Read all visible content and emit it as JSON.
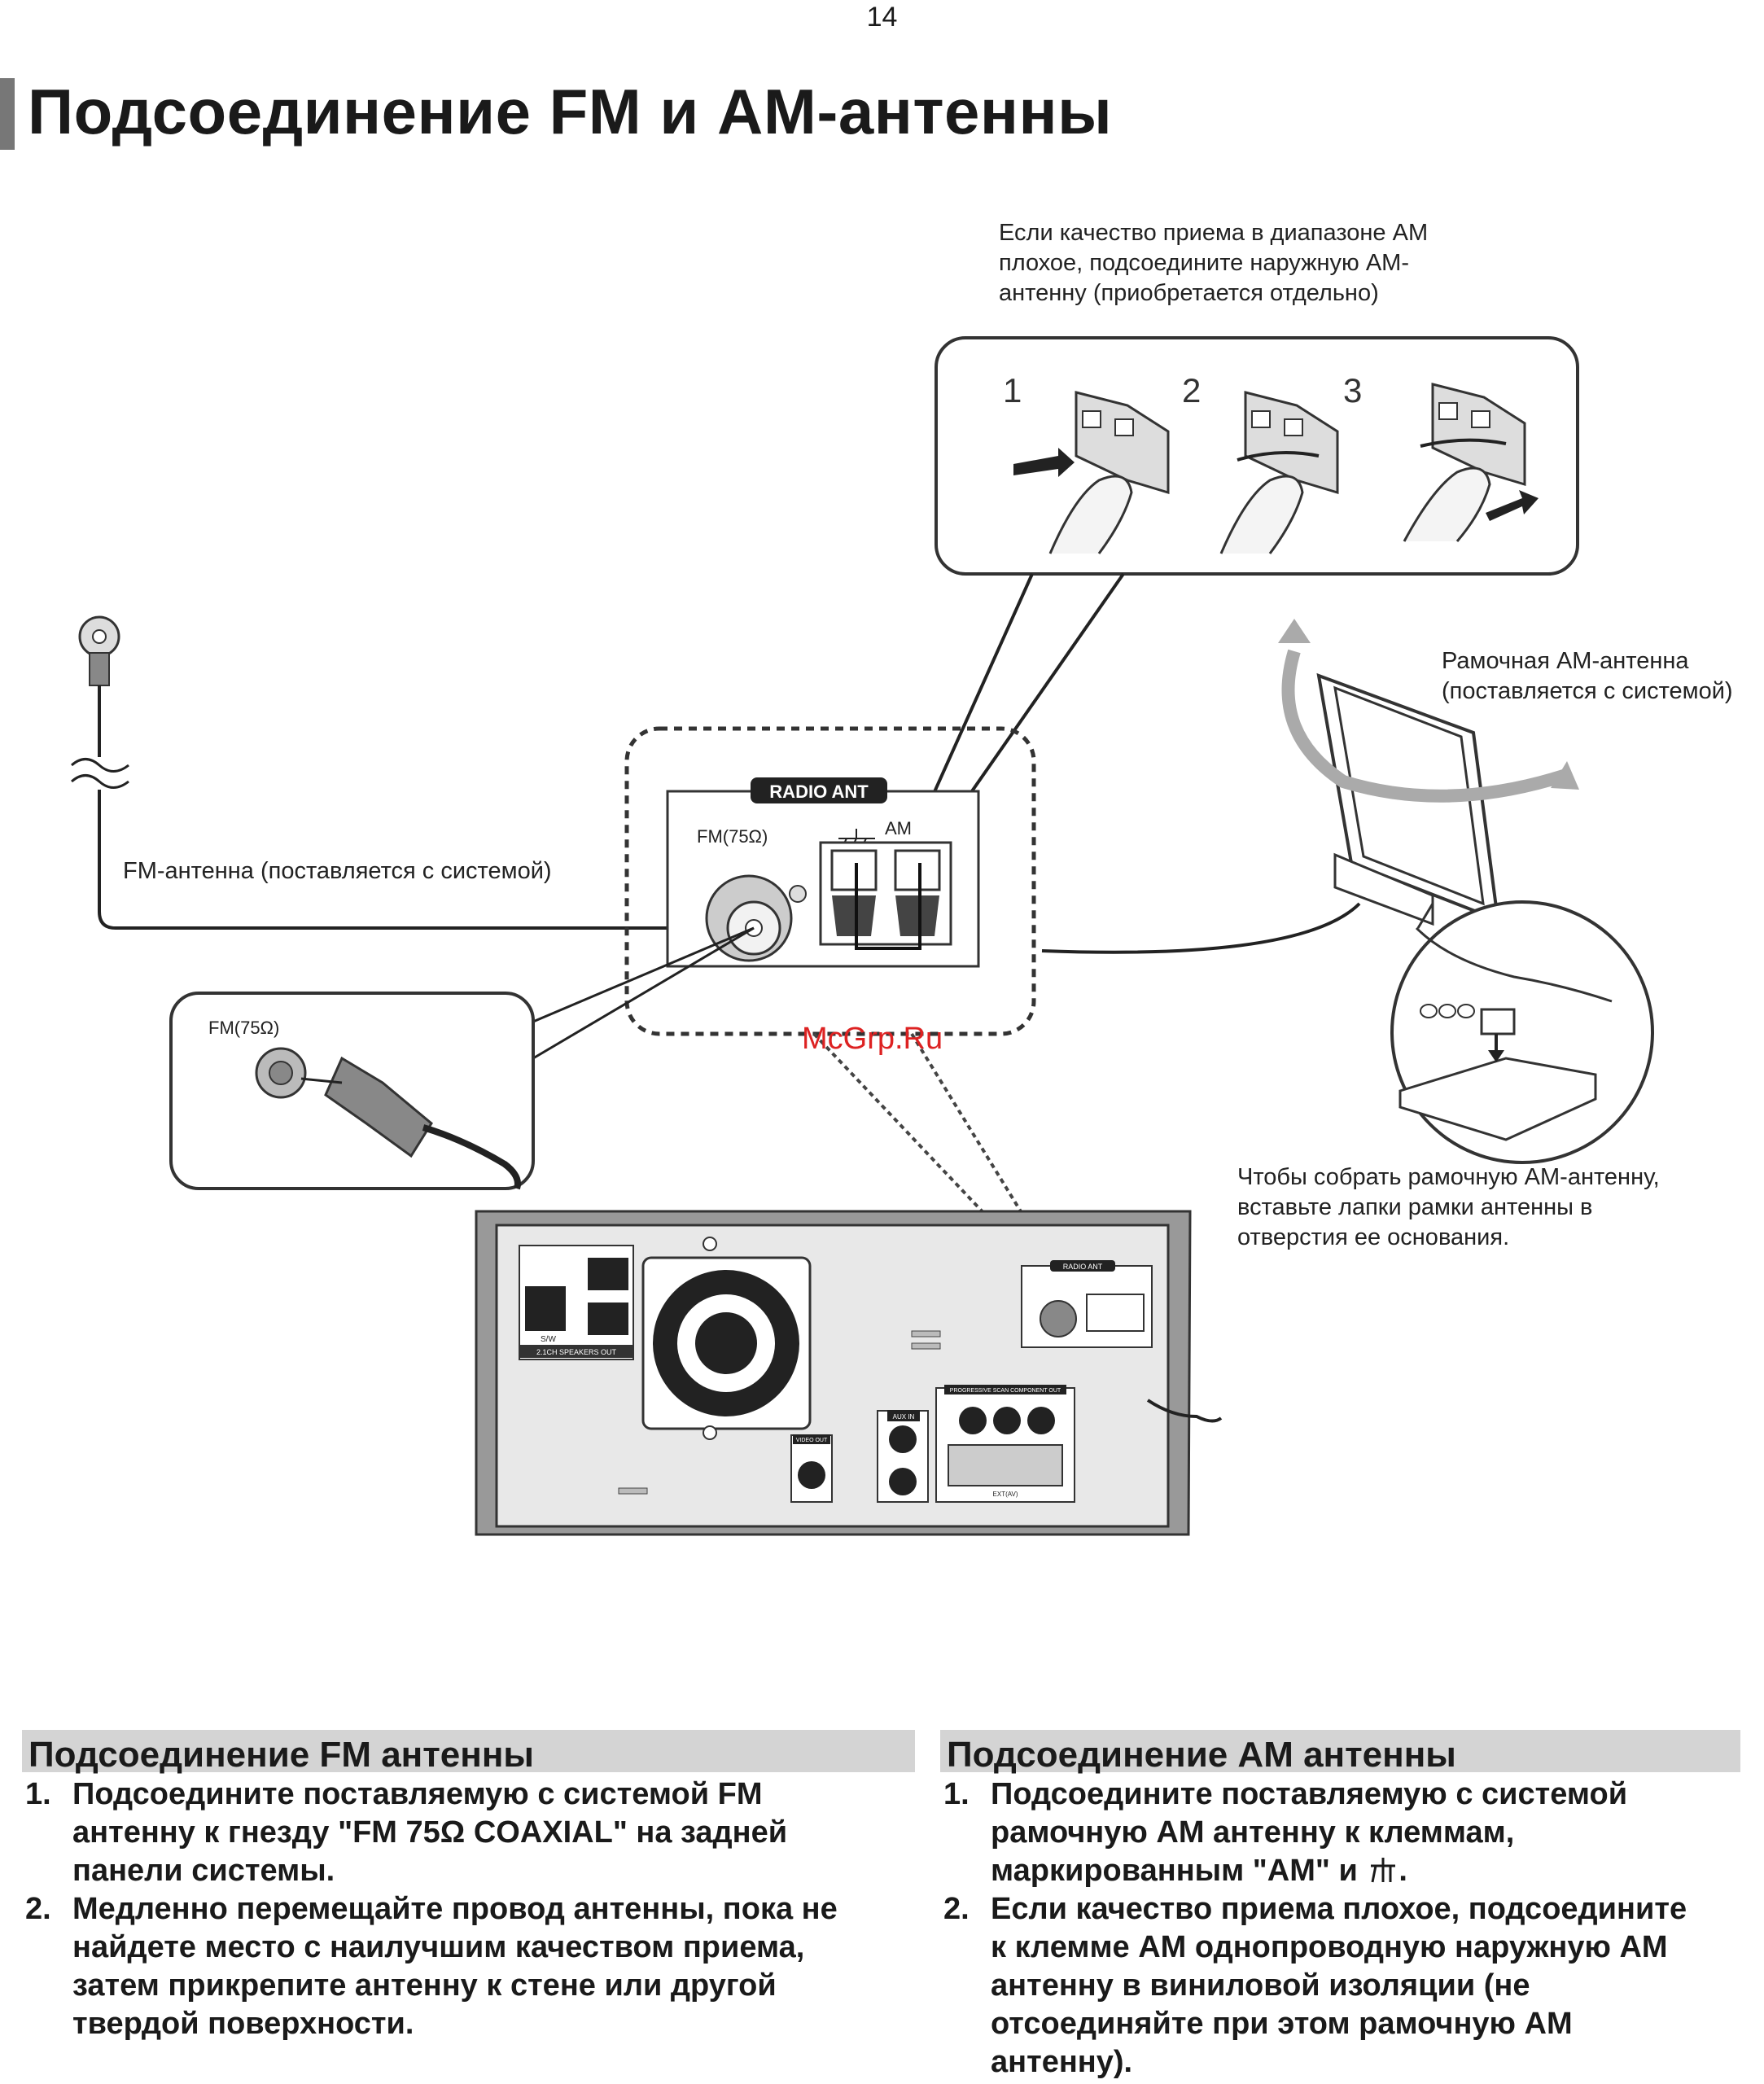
{
  "page_number": "14",
  "title": "Подсоединение FM и AM-антенны",
  "callouts": {
    "am_outdoor": [
      "Если качество приема в диапазоне AM",
      "плохое, подсоедините наружную AM-",
      "антенну (приобретается отдельно)"
    ],
    "loop_antenna": [
      "Рамочная AM-антенна",
      "(поставляется с системой)"
    ],
    "fm_antenna": "FM-антенна (поставляется с системой)",
    "assemble": [
      "Чтобы собрать рамочную AM-антенну,",
      "вставьте лапки рамки антенны в",
      "отверстия ее основания."
    ]
  },
  "diagram_labels": {
    "steps": [
      "1",
      "2",
      "3"
    ],
    "radio_ant": "RADIO ANT",
    "fm_75": "FM(75Ω)",
    "am": "AM",
    "speakers_out": "2.1CH SPEAKERS OUT",
    "sw": "S/W",
    "video_out": "VIDEO OUT",
    "aux_in": "AUX IN",
    "component_out": "PROGRESSIVE SCAN COMPONENT OUT",
    "ext_av": "EXT(AV)"
  },
  "watermark": "McGrp.Ru",
  "fm_section": {
    "heading": "Подсоединение FM антенны",
    "steps": [
      {
        "num": "1.",
        "lines": [
          "Подсоедините поставляемую с системой FM",
          "антенну к гнезду \"FM 75Ω COAXIAL\" на задней",
          "панели системы."
        ]
      },
      {
        "num": "2.",
        "lines": [
          "Медленно перемещайте провод антенны, пока не",
          "найдете место с наилучшим качеством приема,",
          "затем прикрепите антенну к стене или другой",
          "твердой поверхности."
        ]
      }
    ]
  },
  "am_section": {
    "heading": "Подсоединение AM антенны",
    "step1": {
      "num": "1.",
      "line1": "Подсоедините поставляемую с системой",
      "line2": "рамочную AM антенну к клеммам,",
      "line3_a": "маркированным \"AM\" и",
      "line3_b": "."
    },
    "step2": {
      "num": "2.",
      "lines": [
        "Если качество приема плохое, подсоедините",
        "к клемме AM однопроводную наружную AM",
        "антенну в виниловой изоляции (не",
        "отсоединяйте при этом рамочную AM",
        "антенну)."
      ]
    }
  }
}
